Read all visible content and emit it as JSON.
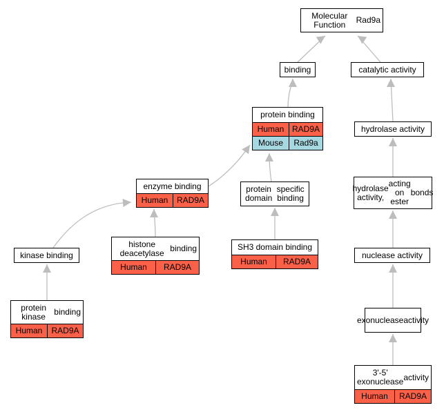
{
  "colors": {
    "human": "#fa6148",
    "mouse": "#a7d7e1",
    "edge": "#bdbdbd"
  },
  "nodes": {
    "molecular_function": {
      "title": "Molecular Function\nRad9a"
    },
    "binding": {
      "title": "binding"
    },
    "catalytic_activity": {
      "title": "catalytic activity"
    },
    "protein_binding": {
      "title": "protein binding",
      "rows": [
        {
          "species": "Human",
          "gene": "RAD9A"
        },
        {
          "species": "Mouse",
          "gene": "Rad9a"
        }
      ]
    },
    "hydrolase_activity": {
      "title": "hydrolase activity"
    },
    "enzyme_binding": {
      "title": "enzyme binding",
      "rows": [
        {
          "species": "Human",
          "gene": "RAD9A"
        }
      ]
    },
    "protein_domain_specific_binding": {
      "title": "protein domain\nspecific binding"
    },
    "hydrolase_activity_ester": {
      "title": "hydrolase activity,\nacting on ester\nbonds"
    },
    "histone_deacetylase_binding": {
      "title": "histone deacetylase\nbinding",
      "rows": [
        {
          "species": "Human",
          "gene": "RAD9A"
        }
      ]
    },
    "sh3_domain_binding": {
      "title": "SH3 domain binding",
      "rows": [
        {
          "species": "Human",
          "gene": "RAD9A"
        }
      ]
    },
    "kinase_binding": {
      "title": "kinase binding"
    },
    "nuclease_activity": {
      "title": "nuclease activity"
    },
    "protein_kinase_binding": {
      "title": "protein kinase\nbinding",
      "rows": [
        {
          "species": "Human",
          "gene": "RAD9A"
        }
      ]
    },
    "exonuclease_activity": {
      "title": "exonuclease\nactivity"
    },
    "exonuclease_3_5_activity": {
      "title": "3'-5' exonuclease\nactivity",
      "rows": [
        {
          "species": "Human",
          "gene": "RAD9A"
        }
      ]
    }
  }
}
